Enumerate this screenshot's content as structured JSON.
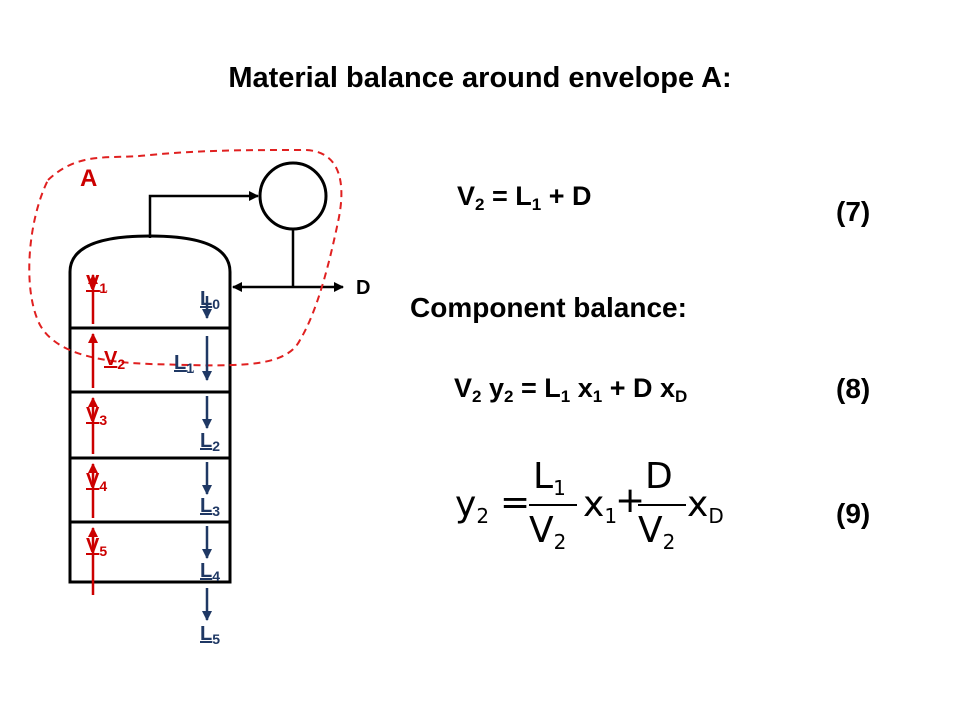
{
  "title": "Material balance around envelope A:",
  "envelope_label": "A",
  "distillate_label": "D",
  "vapor_streams": [
    {
      "base": "V",
      "sub": "1"
    },
    {
      "base": "V",
      "sub": "2"
    },
    {
      "base": "V",
      "sub": "3"
    },
    {
      "base": "V",
      "sub": "4"
    },
    {
      "base": "V",
      "sub": "5"
    }
  ],
  "liquid_streams": [
    {
      "base": "L",
      "sub": "0"
    },
    {
      "base": "L",
      "sub": "1"
    },
    {
      "base": "L",
      "sub": "2"
    },
    {
      "base": "L",
      "sub": "3"
    },
    {
      "base": "L",
      "sub": "4"
    },
    {
      "base": "L",
      "sub": "5"
    }
  ],
  "eq7": {
    "V": "V",
    "V_sub": "2",
    "eq": " = ",
    "L": "L",
    "L_sub": "1",
    "rest": " + D",
    "number": "(7)"
  },
  "component_heading": "Component balance:",
  "eq8": {
    "p1": "V",
    "p1s": "2",
    "p2": " y",
    "p2s": "2",
    "p3": " = L",
    "p3s": "1",
    "p4": " x",
    "p4s": "1",
    "p5": " + D x",
    "p5s": "D",
    "number": "(8)"
  },
  "eq9": {
    "lhs": "y",
    "lhs_sub": "2",
    "equals": "=",
    "num1": "L",
    "num1_sub": "1",
    "den1": "V",
    "den1_sub": "2",
    "x1": "x",
    "x1_sub": "1",
    "plus": "+",
    "num2": "D",
    "den2": "V",
    "den2_sub": "2",
    "xd": "x",
    "xd_sub": "D",
    "number": "(9)"
  },
  "colors": {
    "envelope": "#e02020",
    "vapor": "#cc0000",
    "liquid": "#1f3864",
    "line": "#000000"
  }
}
